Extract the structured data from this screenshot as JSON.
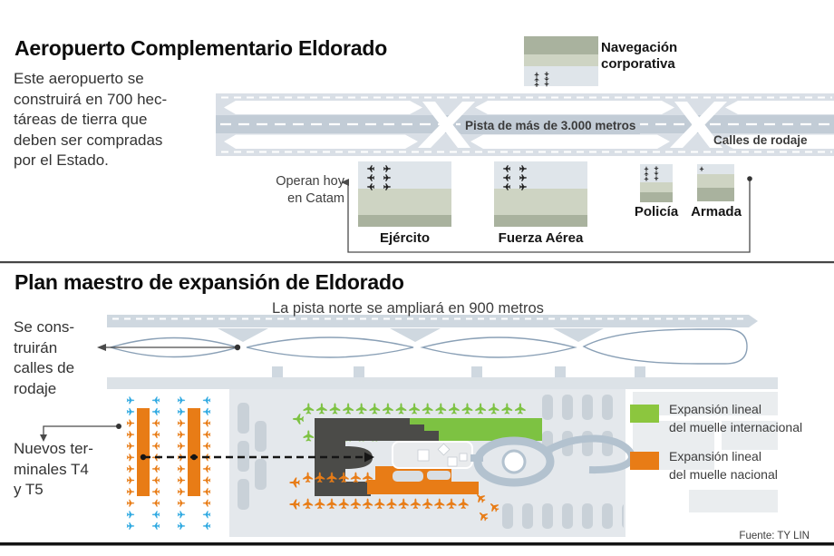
{
  "top": {
    "title": "Aeropuerto Complementario Eldorado",
    "intro": "Este aeropuerto se\nconstruirá en 700 hec-\ntáreas de tierra que\ndeben ser compradas\npor el Estado.",
    "nav_label": "Navegación\ncorporativa",
    "runway_label": "Pista de más de 3.000 metros",
    "taxiway_label": "Calles de rodaje",
    "catam_label": "Operan hoy\nen Catam",
    "aprons": [
      "Ejército",
      "Fuerza Aérea",
      "Policía",
      "Armada"
    ]
  },
  "bottom": {
    "title": "Plan maestro de expansión de Eldorado",
    "subtitle": "La pista norte se ampliará en 900 metros",
    "taxiway_note": "Se cons-\ntruirán\ncalles de\nrodaje",
    "terminals_note": "Nuevos ter-\nminales T4\ny T5",
    "legend": [
      {
        "color": "#8cc63e",
        "label": "Expansión lineal\ndel muelle internacional"
      },
      {
        "color": "#e87c16",
        "label": "Expansión lineal\ndel muelle nacional"
      }
    ],
    "source": "Fuente: TY LIN"
  },
  "colors": {
    "green_expansion": "#7dc242",
    "orange_expansion": "#e87c16",
    "cyan_plane": "#2fa9e1",
    "pier_dark": "#4b4b48",
    "runway_fill": "#d9dfe6",
    "runway_strip": "#c2ccd6"
  }
}
